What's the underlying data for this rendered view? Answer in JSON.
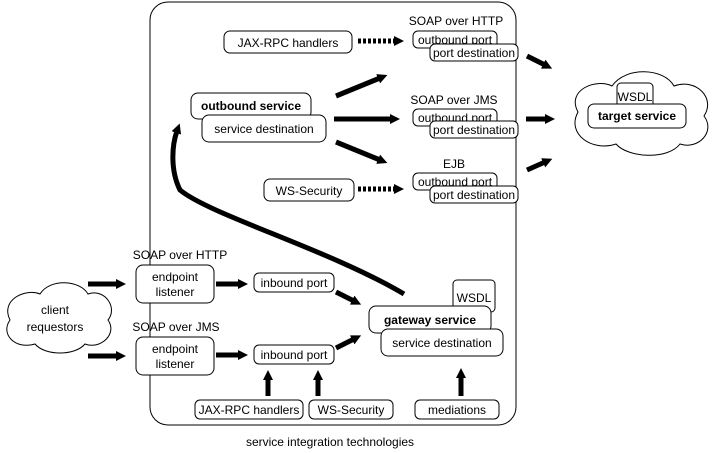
{
  "container": {
    "caption": "service integration technologies"
  },
  "client": {
    "line1": "client",
    "line2": "requestors"
  },
  "target": {
    "wsdl": "WSDL",
    "service": "target service"
  },
  "outbound": {
    "service": "outbound service",
    "destination": "service destination",
    "jaxrpc": "JAX-RPC handlers",
    "wssecurity": "WS-Security",
    "bindings": [
      {
        "title": "SOAP over HTTP",
        "port": "outbound port",
        "dest": "port destination"
      },
      {
        "title": "SOAP over JMS",
        "port": "outbound port",
        "dest": "port destination"
      },
      {
        "title": "EJB",
        "port": "outbound port",
        "dest": "port destination"
      }
    ]
  },
  "inbound": [
    {
      "title": "SOAP over HTTP",
      "listener1": "endpoint",
      "listener2": "listener",
      "port": "inbound port"
    },
    {
      "title": "SOAP over JMS",
      "listener1": "endpoint",
      "listener2": "listener",
      "port": "inbound port"
    }
  ],
  "gateway": {
    "wsdl": "WSDL",
    "service": "gateway service",
    "destination": "service destination"
  },
  "bottom": {
    "jaxrpc": "JAX-RPC handlers",
    "wssecurity": "WS-Security",
    "mediations": "mediations"
  }
}
